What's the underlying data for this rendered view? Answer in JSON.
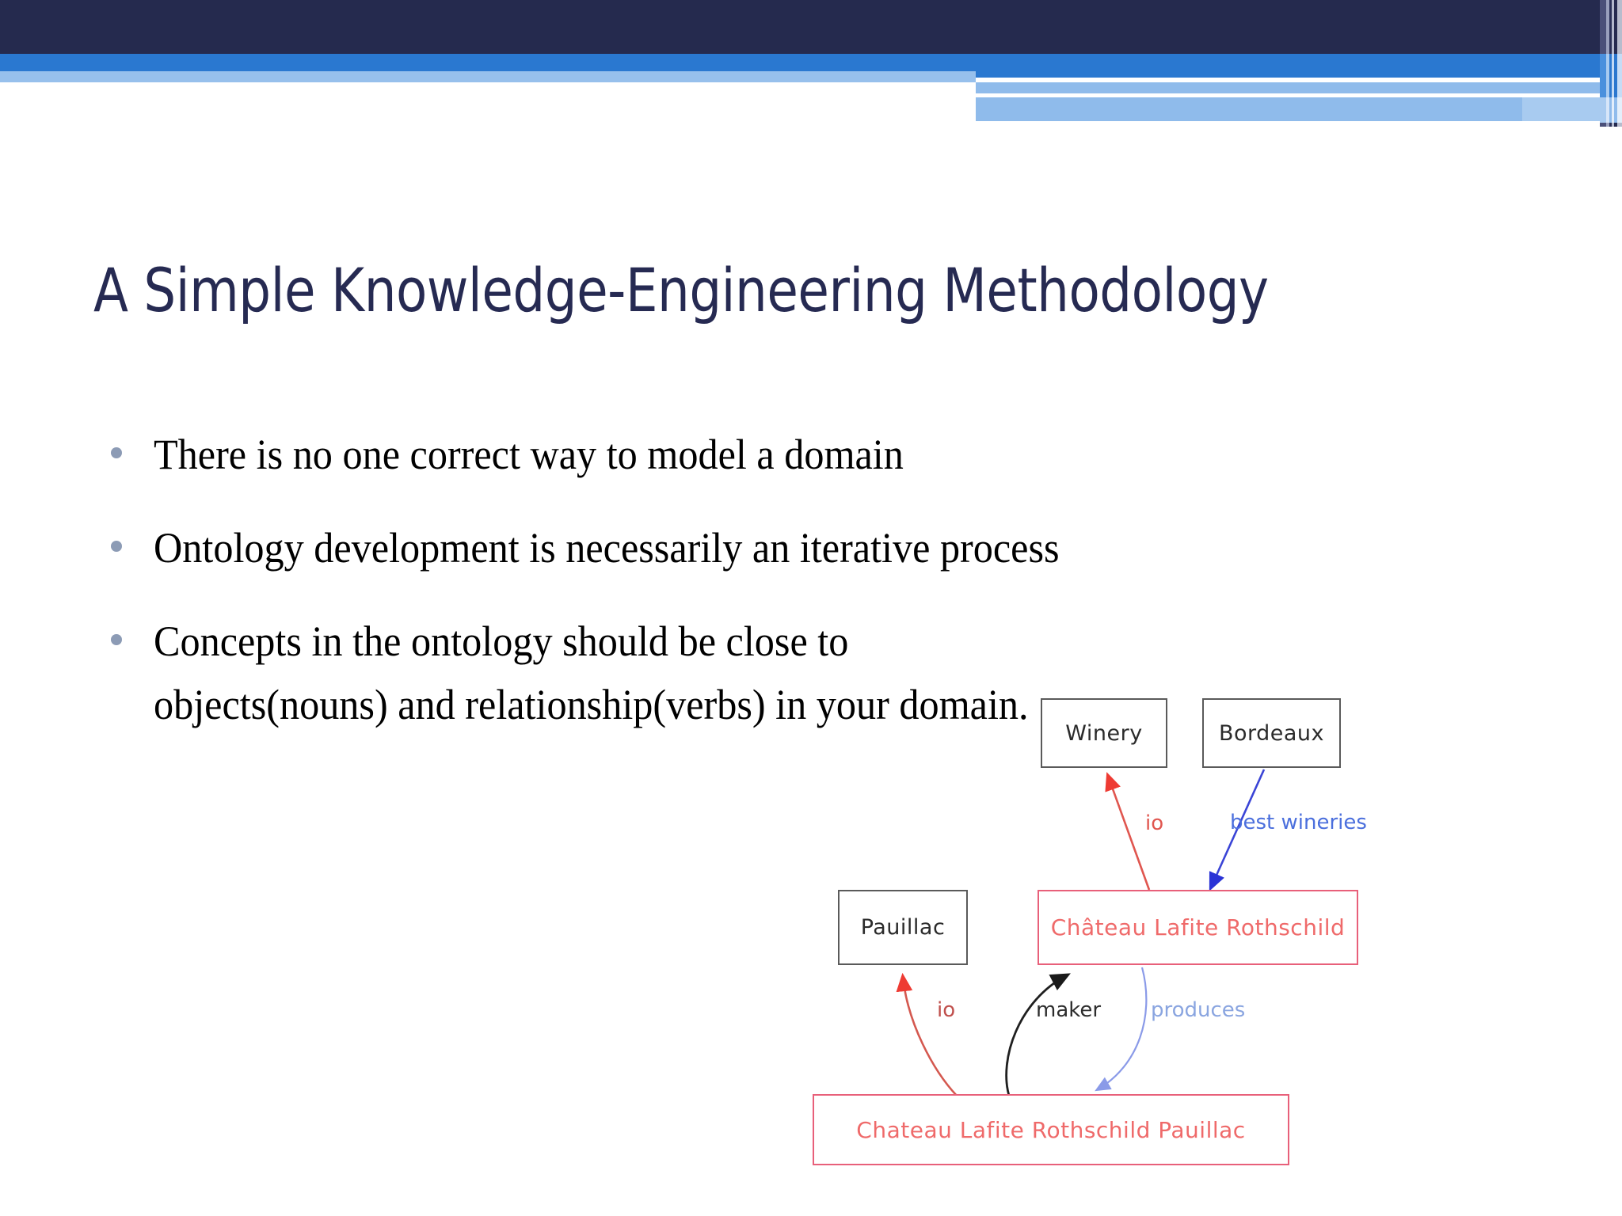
{
  "slide": {
    "title": "A Simple Knowledge-Engineering Methodology",
    "bullets": [
      "There is no one correct way to model a domain",
      "Ontology development is necessarily an iterative process",
      "Concepts in the ontology should be close to objects(nouns) and relationship(verbs) in your domain."
    ]
  },
  "theme": {
    "navy": "#252a4e",
    "blue": "#2a78d0",
    "light_blue": "#8fbbeb",
    "title_color": "#262a52",
    "bullet_dot_color": "#8c9bb5",
    "body_text_color": "#000000"
  },
  "diagram": {
    "nodes": [
      {
        "id": "winery",
        "label": "Winery",
        "style": "black"
      },
      {
        "id": "bordeaux",
        "label": "Bordeaux",
        "style": "black"
      },
      {
        "id": "pauillac",
        "label": "Pauillac",
        "style": "black"
      },
      {
        "id": "chateau",
        "label": "Château Lafite Rothschild",
        "style": "red"
      },
      {
        "id": "bottom",
        "label": "Chateau Lafite Rothschild Pauillac",
        "style": "red"
      }
    ],
    "edges": [
      {
        "from": "chateau",
        "to": "winery",
        "label": "io",
        "color": "#e0564f"
      },
      {
        "from": "bordeaux",
        "to": "chateau",
        "label": "best wineries",
        "color": "#4b6fdd"
      },
      {
        "from": "bottom",
        "to": "pauillac",
        "label": "io",
        "color": "#c0504d"
      },
      {
        "from": "bottom",
        "to": "chateau",
        "label": "maker",
        "color": "#2d2d2d"
      },
      {
        "from": "chateau",
        "to": "bottom",
        "label": "produces",
        "color": "#8aa5e0"
      }
    ]
  }
}
